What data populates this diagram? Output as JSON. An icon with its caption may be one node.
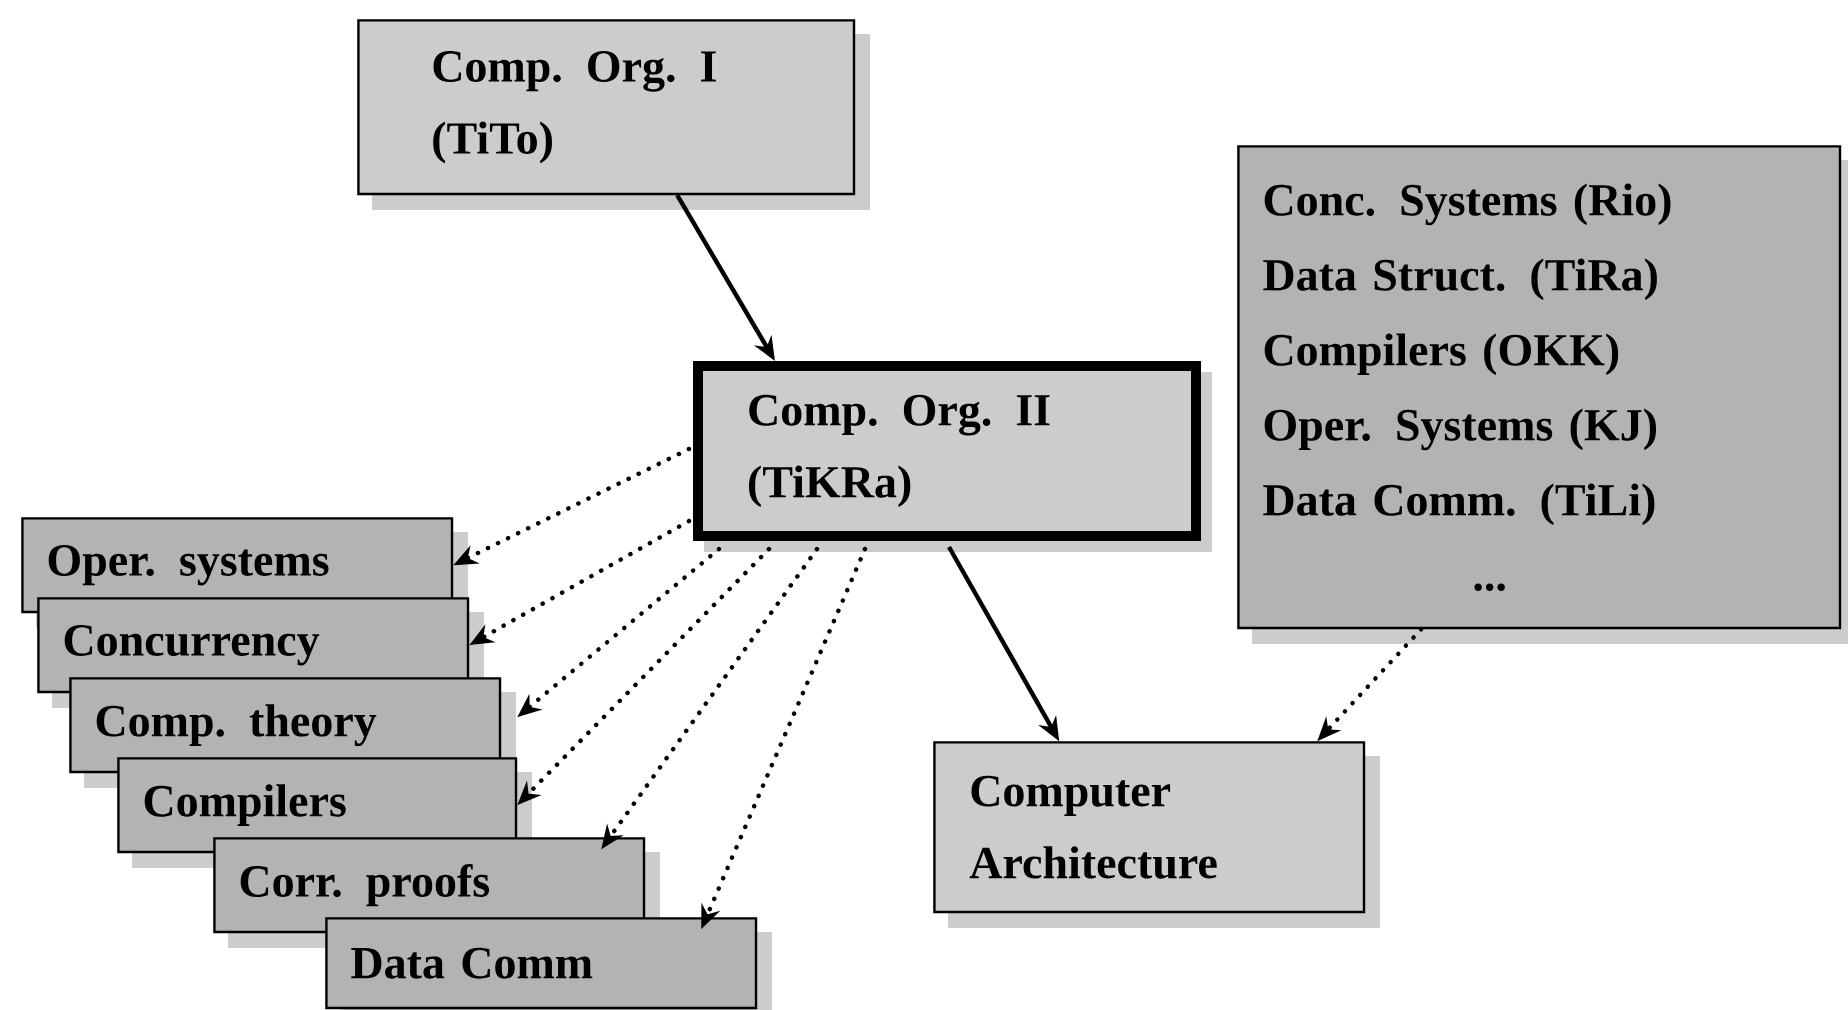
{
  "diagram": {
    "nodes": [
      {
        "text": [
          "Comp. Org. I (TiTo)"
        ]
      },
      {
        "text": [
          "Comp. Org. II (TiKRa)"
        ]
      },
      {
        "text": [
          "Conc. Systems (Rio)",
          "Data Struct. (TiRa)",
          "Compilers (OKK)",
          "Oper. Systems (KJ)",
          "Data Comm. (TiLi)",
          "..."
        ]
      },
      {
        "text": [
          "Computer Architecture"
        ]
      },
      {
        "text": [
          "Oper. systems"
        ]
      },
      {
        "text": [
          "Concurrency"
        ]
      },
      {
        "text": [
          "Comp. theory"
        ]
      },
      {
        "text": [
          "Compilers"
        ]
      },
      {
        "text": [
          "Corr. proofs"
        ]
      },
      {
        "text": [
          "Data Comm"
        ]
      }
    ],
    "edges": [
      {
        "from": 0,
        "to": 1,
        "arrow": "to"
      },
      {
        "from": 1,
        "to": 3,
        "arrow": "to"
      },
      {
        "from": 1,
        "to": 4,
        "arrow": "to",
        "style": "dashed"
      },
      {
        "from": 1,
        "to": 5,
        "arrow": "to",
        "style": "dashed"
      },
      {
        "from": 1,
        "to": 6,
        "arrow": "to",
        "style": "dashed"
      },
      {
        "from": 1,
        "to": 7,
        "arrow": "to",
        "style": "dashed"
      },
      {
        "from": 1,
        "to": 8,
        "arrow": "to",
        "style": "dashed"
      },
      {
        "from": 1,
        "to": 9,
        "arrow": "to",
        "style": "dashed"
      },
      {
        "from": 2,
        "to": 3,
        "arrow": "to",
        "style": "dashed"
      }
    ]
  }
}
